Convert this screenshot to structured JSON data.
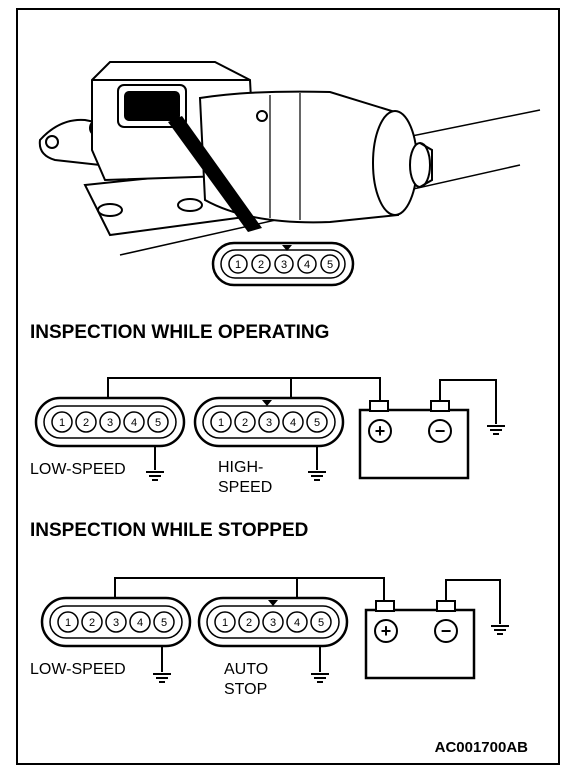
{
  "sections": {
    "operating": {
      "title": "INSPECTION WHILE OPERATING",
      "left_label": "LOW-SPEED",
      "right_label_line1": "HIGH-",
      "right_label_line2": "SPEED"
    },
    "stopped": {
      "title": "INSPECTION WHILE STOPPED",
      "left_label": "LOW-SPEED",
      "right_label_line1": "AUTO",
      "right_label_line2": "STOP"
    }
  },
  "pins": [
    "1",
    "2",
    "3",
    "4",
    "5"
  ],
  "battery": {
    "positive_symbol": "+",
    "negative_symbol": "−"
  },
  "figure_code": "AC001700AB"
}
